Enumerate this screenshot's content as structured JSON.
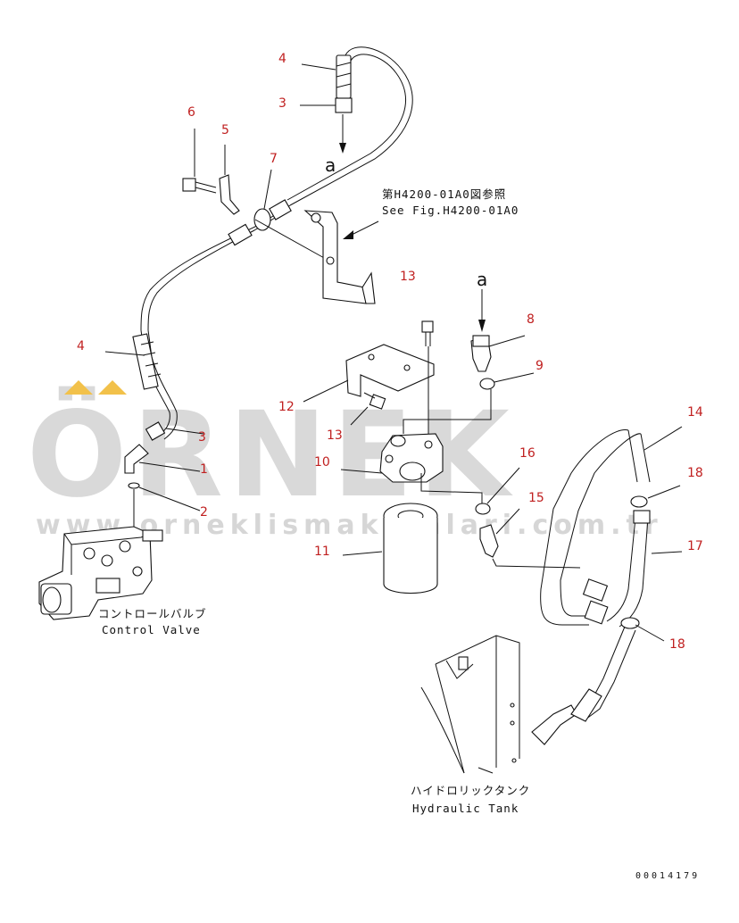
{
  "watermark": {
    "brand": "ÖRNEK",
    "url": "www.orneklismakinalari.com.tr",
    "accent_color": "#f2c14a",
    "text_color": "#d9d9d9"
  },
  "callout_numbers": {
    "n1": "1",
    "n2": "2",
    "n3a": "3",
    "n3b": "3",
    "n4a": "4",
    "n4b": "4",
    "n5": "5",
    "n6": "6",
    "n7": "7",
    "n8": "8",
    "n9": "9",
    "n10": "10",
    "n11": "11",
    "n12": "12",
    "n13a": "13",
    "n13b": "13",
    "n14": "14",
    "n15": "15",
    "n16": "16",
    "n17": "17",
    "n18a": "18",
    "n18b": "18"
  },
  "reference": {
    "japanese": "第H4200-01A0図参照",
    "english": "See Fig.H4200-01A0"
  },
  "connectors": {
    "a_top": "a",
    "a_right": "a"
  },
  "labels": {
    "control_valve_jp": "コントロールバルブ",
    "control_valve_en": "Control Valve",
    "hydraulic_tank_jp": "ハイドロリックタンク",
    "hydraulic_tank_en": "Hydraulic Tank"
  },
  "drawing_code": "00014179",
  "colors": {
    "callout": "#c02020",
    "line": "#111111"
  }
}
